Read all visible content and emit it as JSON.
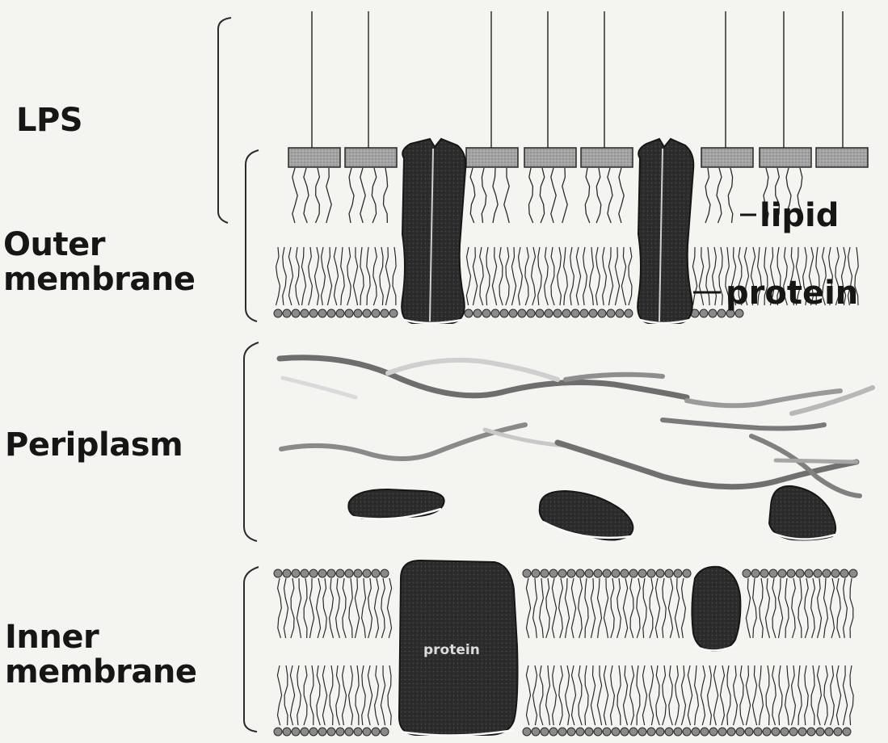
{
  "labels": {
    "lps": "LPS",
    "outer_line1": "Outer",
    "outer_line2": "membrane",
    "periplasm": "Periplasm",
    "inner_line1": "Inner",
    "inner_line2": "membrane"
  },
  "callouts": {
    "lipid": "lipid",
    "protein": "protein",
    "inner_protein": "protein"
  },
  "colors": {
    "background": "#f4f4f1",
    "ink": "#161616",
    "protein": "#2c2c2c",
    "lps_block": "#a3a3a3",
    "headgroup": "#8a8a8a",
    "peptidoglycan": "#7a7a7a"
  }
}
